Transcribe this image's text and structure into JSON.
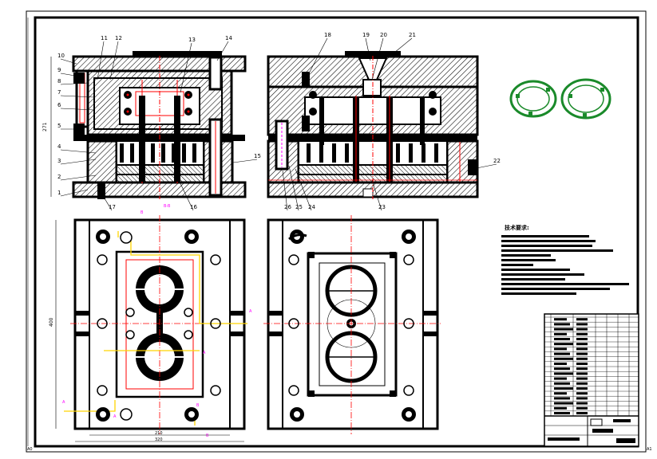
{
  "sheet": {
    "corner_left": "A0",
    "corner_right": "A1"
  },
  "callouts_top_left": [
    {
      "n": "1"
    },
    {
      "n": "2"
    },
    {
      "n": "3"
    },
    {
      "n": "4"
    },
    {
      "n": "5"
    },
    {
      "n": "6"
    },
    {
      "n": "7"
    },
    {
      "n": "8"
    },
    {
      "n": "9"
    },
    {
      "n": "10"
    },
    {
      "n": "11"
    },
    {
      "n": "12"
    },
    {
      "n": "13"
    },
    {
      "n": "14"
    },
    {
      "n": "15"
    },
    {
      "n": "16"
    },
    {
      "n": "17"
    }
  ],
  "callouts_top_right": [
    {
      "n": "18"
    },
    {
      "n": "19"
    },
    {
      "n": "20"
    },
    {
      "n": "21"
    },
    {
      "n": "22"
    },
    {
      "n": "23"
    },
    {
      "n": "24"
    },
    {
      "n": "25"
    },
    {
      "n": "26"
    }
  ],
  "dimensions": {
    "left_height": "271",
    "plan_height": "400",
    "plan_width_inner": "210",
    "plan_width_outer": "320"
  },
  "notes": {
    "heading": "技术要求:"
  },
  "colors": {
    "steel": "#000000",
    "hatch": "#000000",
    "red": "#ff0000",
    "magenta": "#ff00ff",
    "yellow": "#ffd400",
    "green": "#1a8a2a"
  }
}
